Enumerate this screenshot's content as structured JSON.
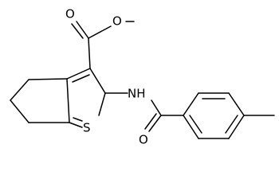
{
  "diagram": {
    "type": "chemical-structure",
    "atoms": {
      "ester_o_double": "O",
      "ester_o_single": "O",
      "thiophene_s": "S",
      "nh": "NH",
      "amide_o": "O"
    },
    "colors": {
      "stroke": "#000000",
      "text": "#000000",
      "background": "#ffffff"
    }
  }
}
